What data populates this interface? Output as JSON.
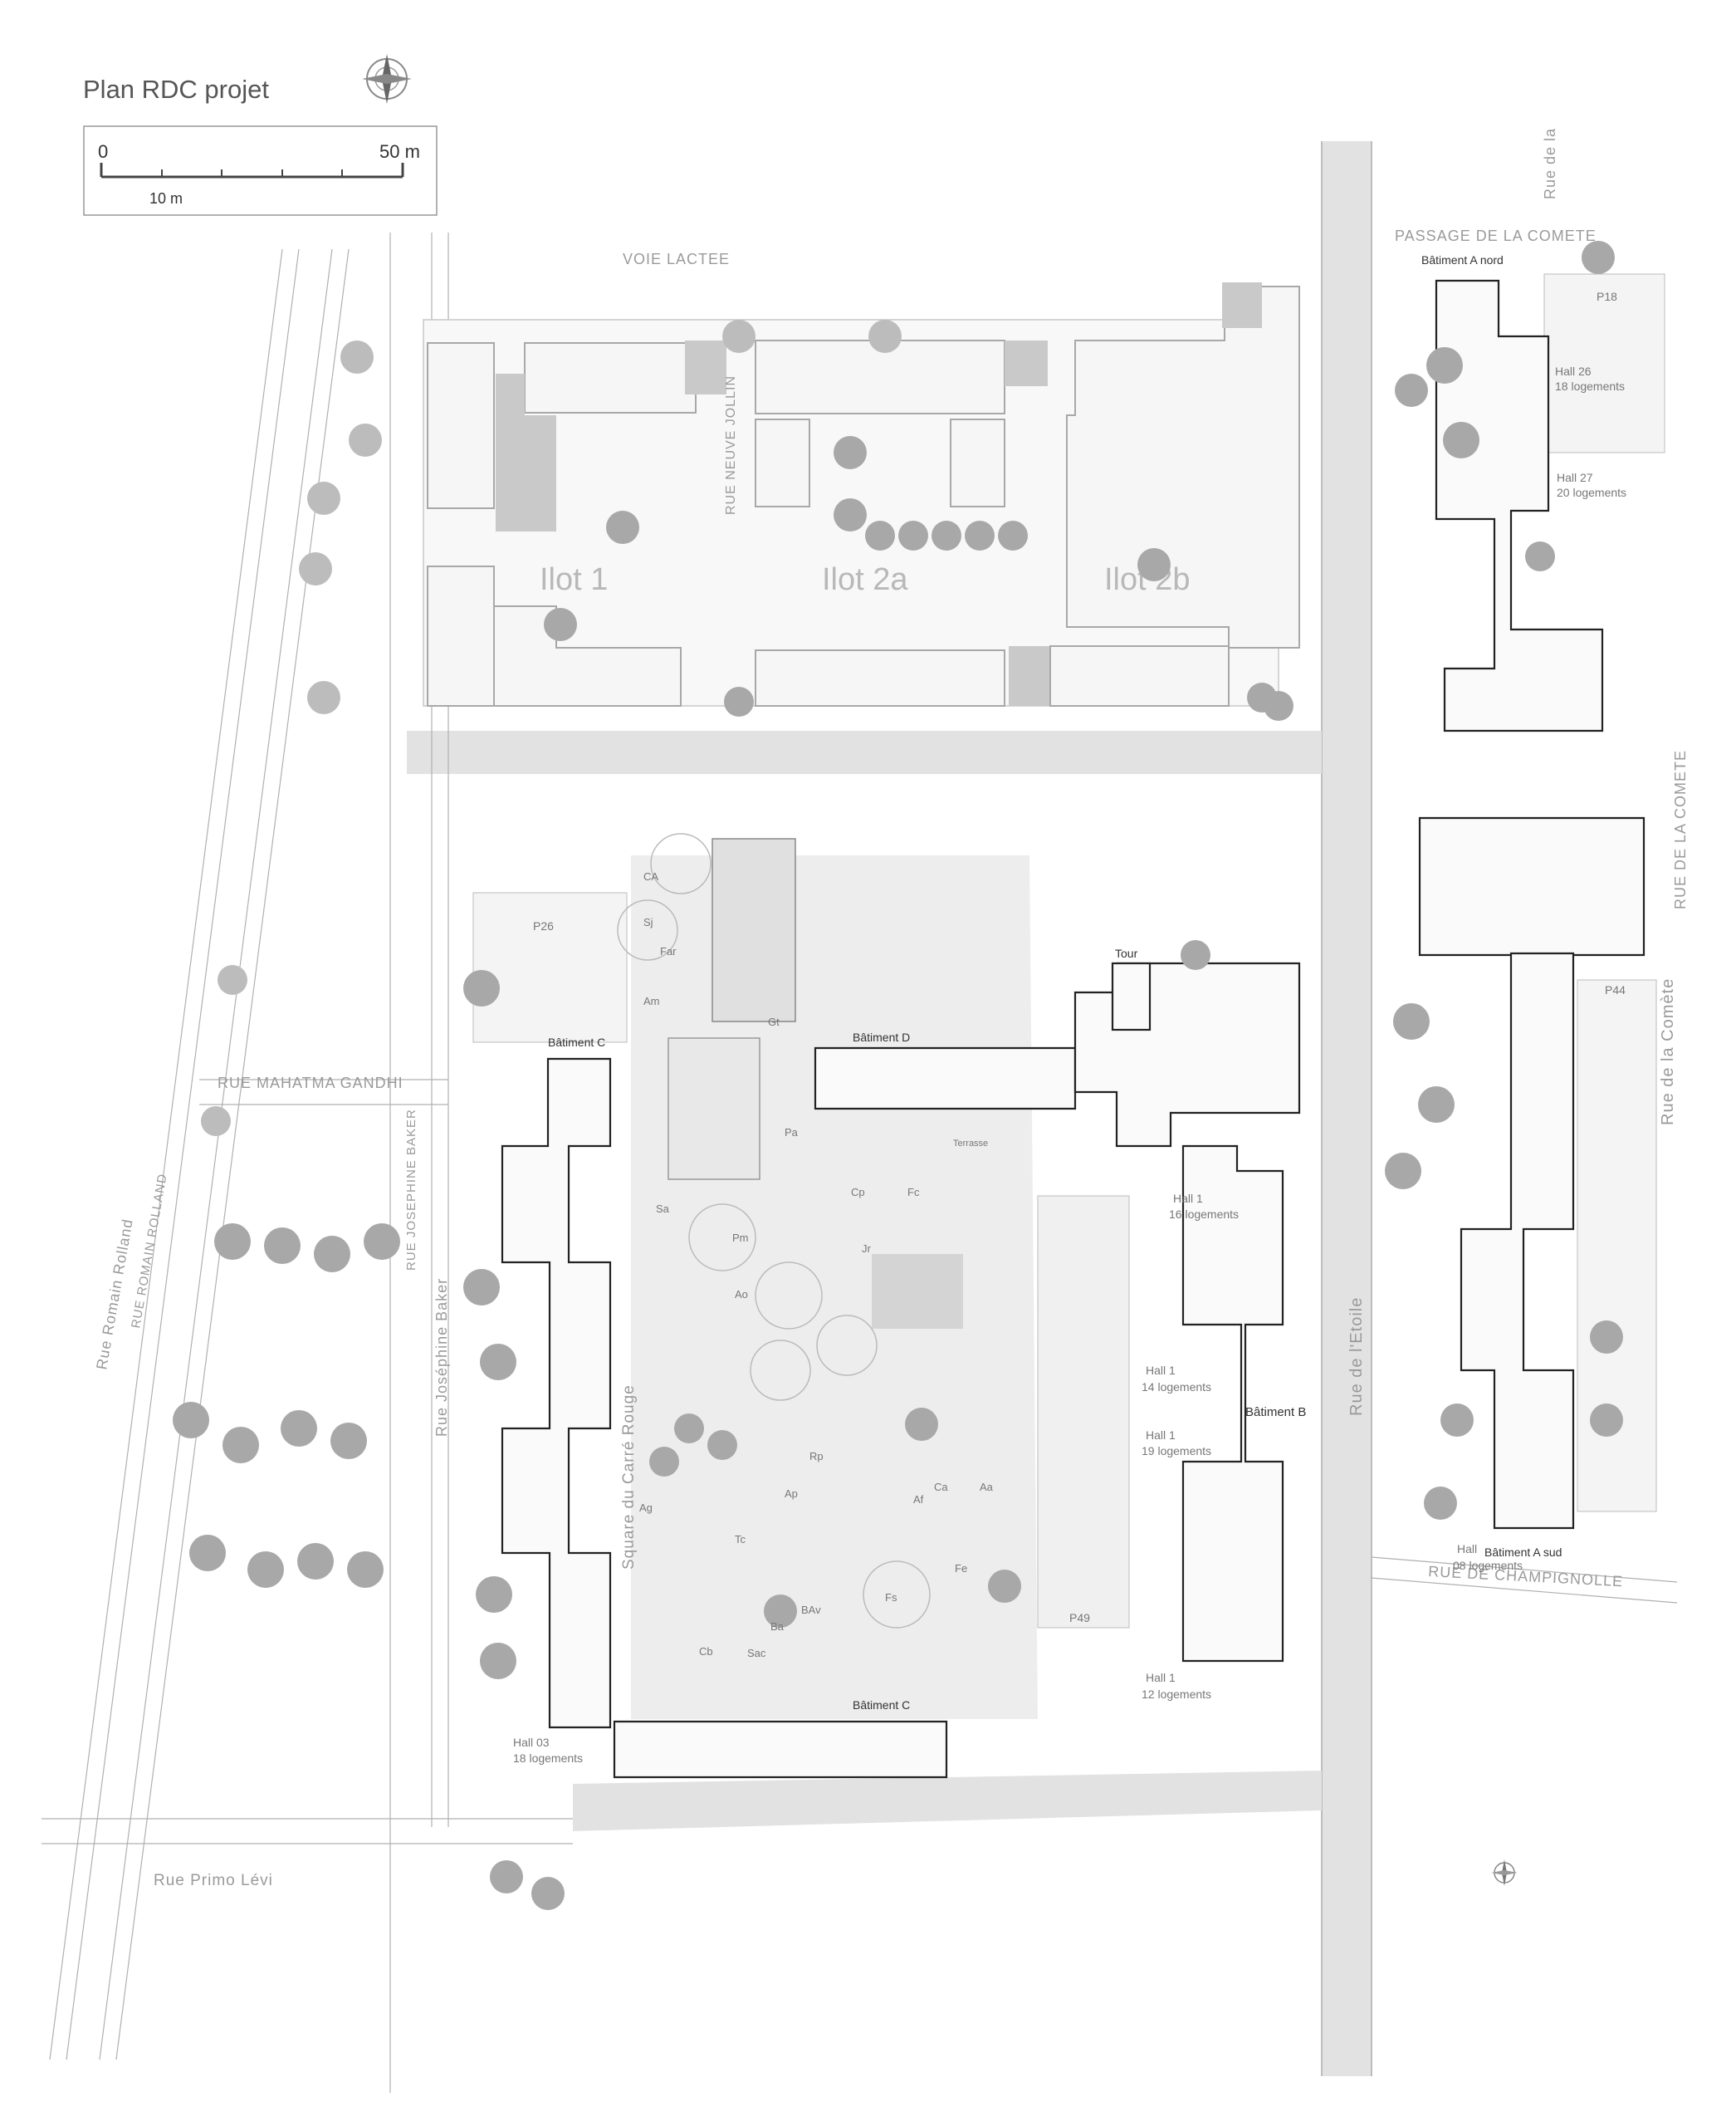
{
  "title": "Plan RDC projet",
  "scale": {
    "start": "0",
    "end": "50 m",
    "unit": "10 m"
  },
  "ilots": [
    {
      "key": "ilot1",
      "label": "Ilot 1"
    },
    {
      "key": "ilot2a",
      "label": "Ilot 2a"
    },
    {
      "key": "ilot2b",
      "label": "Ilot 2b"
    }
  ],
  "streets": {
    "voie_lactee": "VOIE LACTEE",
    "rue_neuve_jollin": "RUE NEUVE JOLLIN",
    "passage_comete": "PASSAGE DE LA COMETE",
    "rue_de_la": "Rue de la",
    "rue_comete_caps": "RUE DE LA COMETE",
    "rue_comete": "Rue de la Comète",
    "rue_etoile": "Rue de l'Etoile",
    "rue_mahatma": "RUE MAHATMA GANDHI",
    "rue_romain_rolland_caps": "RUE ROMAIN ROLLAND",
    "rue_romain_rolland": "Rue Romain Rolland",
    "rue_josephine_caps": "RUE JOSEPHINE BAKER",
    "rue_josephine": "Rue Joséphine Baker",
    "square": "Square du Carré Rouge",
    "rue_champignolle": "RUE DE CHAMPIGNOLLE",
    "rue_primo_levi": "Rue Primo Lévi"
  },
  "buildings": {
    "a_nord": "Bâtiment A nord",
    "a_sud": "Bâtiment A sud",
    "b": "Bâtiment B",
    "c_top": "Bâtiment C",
    "c_bottom": "Bâtiment C",
    "d": "Bâtiment D",
    "tour": "Tour",
    "terrasse": "Terrasse"
  },
  "halls": [
    {
      "key": "h26",
      "name": "Hall 26",
      "logements": "18 logements"
    },
    {
      "key": "h27",
      "name": "Hall 27",
      "logements": "20 logements"
    },
    {
      "key": "h16",
      "name": "Hall 1",
      "logements": "16 logements"
    },
    {
      "key": "h14",
      "name": "Hall 1",
      "logements": "14 logements"
    },
    {
      "key": "h19",
      "name": "Hall 1",
      "logements": "19 logements"
    },
    {
      "key": "h12",
      "name": "Hall 1",
      "logements": "12 logements"
    },
    {
      "key": "h08",
      "name": "Hall",
      "logements": "08 logements"
    },
    {
      "key": "h03",
      "name": "Hall 03",
      "logements": "18 logements"
    }
  ],
  "parkings": [
    "P18",
    "P26",
    "P44",
    "P49"
  ],
  "tree_species": [
    "CA",
    "Am",
    "Sa",
    "Ag",
    "Pm",
    "Ao",
    "Far",
    "Sj",
    "Tc",
    "Ap",
    "Ba",
    "BAv",
    "Sac",
    "Cb",
    "Fs",
    "Rp",
    "Pa",
    "Gt",
    "Cp",
    "Fc",
    "Aa",
    "Fe",
    "Af",
    "Jr",
    "Ca"
  ],
  "colors": {
    "background": "#ffffff",
    "tree": "#a8a8a8",
    "building_outline": "#222222",
    "existing_outline": "#a8a8a8",
    "road": "#e2e2e2"
  },
  "icons": {
    "north": "compass-rose-icon"
  }
}
